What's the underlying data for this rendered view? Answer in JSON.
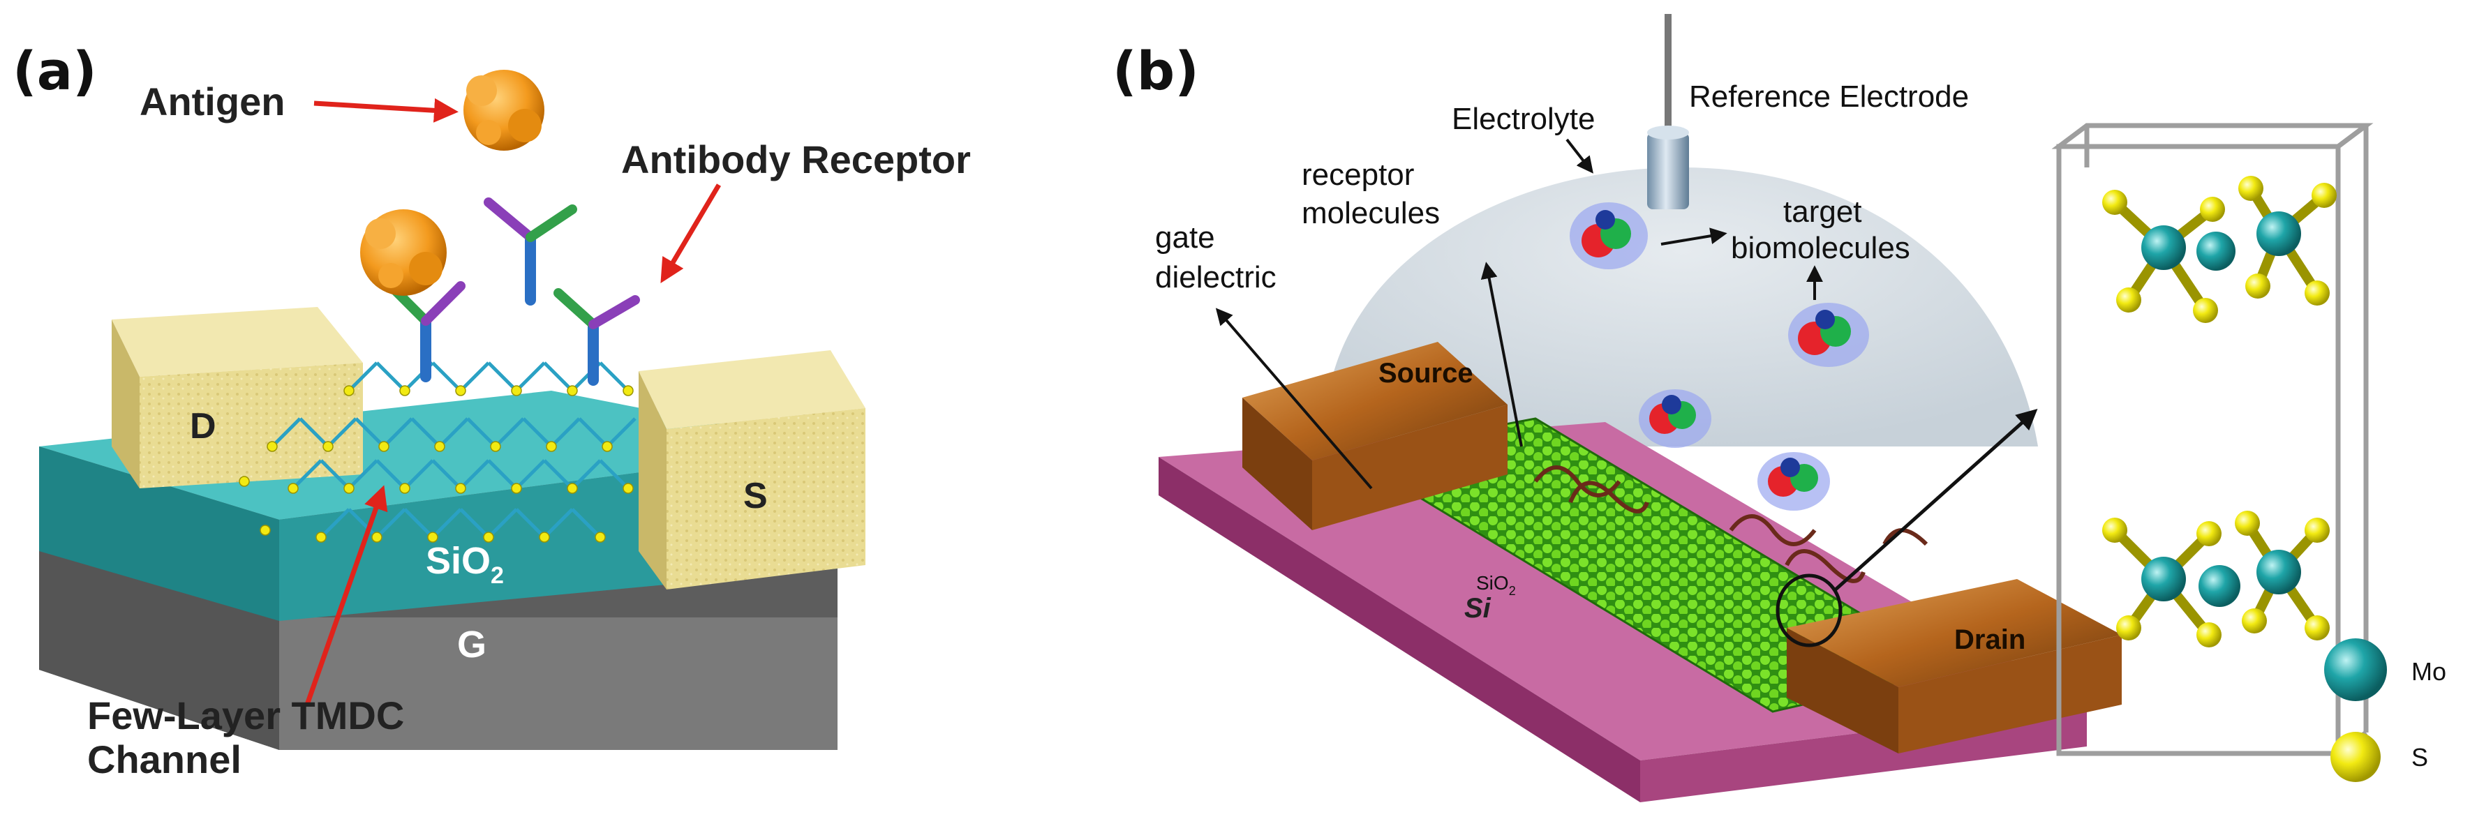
{
  "panel_a": {
    "tag": "(a)",
    "antigen": "Antigen",
    "antibody_receptor": "Antibody Receptor",
    "drain": "D",
    "source": "S",
    "oxide": "SiO",
    "oxide_sub": "2",
    "gate": "G",
    "channel_line1": "Few-Layer TMDC",
    "channel_line2": "Channel"
  },
  "panel_b": {
    "tag": "(b)",
    "reference_electrode": "Reference Electrode",
    "electrolyte": "Electrolyte",
    "receptor_line1": "receptor",
    "receptor_line2": "molecules",
    "target_line1": "target",
    "target_line2": "biomolecules",
    "gate_line1": "gate",
    "gate_line2": "dielectric",
    "source": "Source",
    "drain": "Drain",
    "oxide": "SiO",
    "oxide_sub": "2",
    "substrate": "Si"
  },
  "legend": {
    "mo": "Mo",
    "s": "S"
  },
  "colors": {
    "gold_contact": "#e8d98c",
    "teal_oxide": "#2a9a9c",
    "gray_gate": "#6b6b6b",
    "antigen_orange": "#f39a1e",
    "arrow_red": "#e0231b",
    "purple_substrate": "#a8457f",
    "copper_contact": "#b5651d",
    "channel_green": "#5cd41a",
    "mo_teal": "#1fa5a8",
    "s_yellow": "#f2ea12"
  }
}
